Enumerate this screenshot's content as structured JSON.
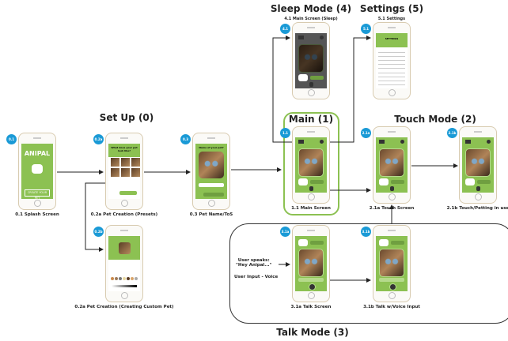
{
  "sections": {
    "setup": "Set Up (0)",
    "sleep": "Sleep Mode (4)",
    "settings": "Settings (5)",
    "main": "Main (1)",
    "touch": "Touch Mode (2)",
    "talk": "Talk Mode (3)"
  },
  "subtitles": {
    "sleep": "4.1 Main Screen (Sleep)",
    "settings": "5.1 Settings"
  },
  "screens": [
    {
      "id": "0.1",
      "caption": "0.1 Splash Screen",
      "type": "splash"
    },
    {
      "id": "0.2a",
      "caption": "0.2a Pet Creation (Presets)",
      "type": "presets"
    },
    {
      "id": "0.2b",
      "caption": "0.2a Pet Creation (Creating Custom Pet)",
      "type": "custom"
    },
    {
      "id": "0.3",
      "caption": "0.3 Pet Name/ToS",
      "type": "name"
    },
    {
      "id": "4.1",
      "caption": "",
      "type": "sleep"
    },
    {
      "id": "5.1",
      "caption": "",
      "type": "settings"
    },
    {
      "id": "1.1",
      "caption": "1.1 Main Screen",
      "type": "main"
    },
    {
      "id": "2.1a",
      "caption": "2.1a Touch Screen",
      "type": "main"
    },
    {
      "id": "2.1b",
      "caption": "2.1b Touch/Petting in use",
      "type": "main"
    },
    {
      "id": "3.1a",
      "caption": "3.1a Talk Screen",
      "type": "talk"
    },
    {
      "id": "3.1b",
      "caption": "3.1b Talk w/Voice Input",
      "type": "talk"
    }
  ],
  "splash": {
    "app_name": "ANIPAL",
    "button": "CREATE YOUR PET"
  },
  "presets_header": "What does your pet look like?",
  "name_header": "Name of your pet?",
  "settings_header": "SETTINGS",
  "notes": {
    "user_speaks": "User speaks:\n\"Hey Anipal...\"",
    "user_input": "User Input - Voice"
  },
  "colors": {
    "screen_green": "#8cc152",
    "badge_blue": "#1a9ad6",
    "main_frame": "#8cc152"
  }
}
